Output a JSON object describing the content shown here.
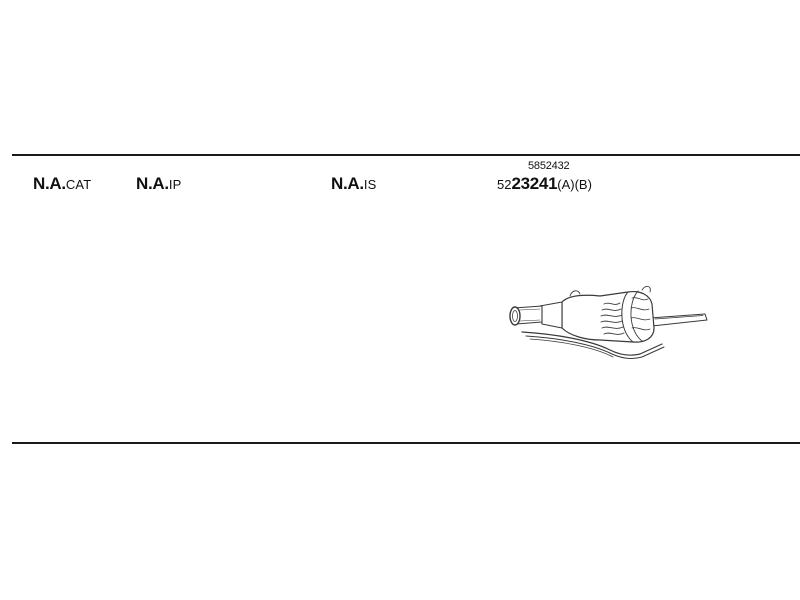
{
  "labels": [
    {
      "prefix": "N.A.",
      "suffix": "CAT"
    },
    {
      "prefix": "N.A.",
      "suffix": "IP"
    },
    {
      "prefix": "N.A.",
      "suffix": "IS"
    }
  ],
  "part": {
    "ref_number": "5852432",
    "number_prefix": "52",
    "number_bold": "23241",
    "number_suffix": "(A)(B)"
  },
  "icons": {
    "muffler": "rear-muffler-icon"
  }
}
